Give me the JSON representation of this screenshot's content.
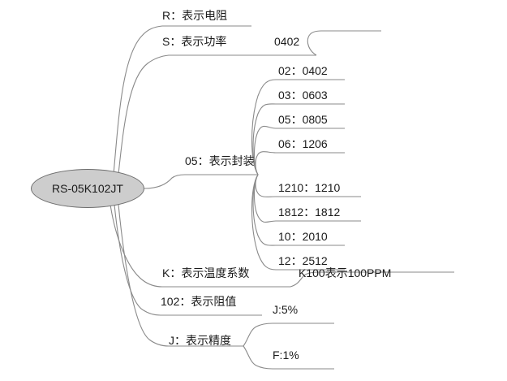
{
  "diagram": {
    "type": "mind-map",
    "title": "RS-05K102JT 电阻型号编码说明",
    "root": {
      "label": "RS-05K102JT",
      "fill": "#cdcdcd",
      "stroke": "#6e6e6e"
    },
    "line_color": "#8a8a8a",
    "text_color": "#1a1a1a",
    "branches": [
      {
        "id": "r",
        "label": "R：表示电阻",
        "children": []
      },
      {
        "id": "s",
        "label": "S：表示功率",
        "children": [
          {
            "id": "s-0402",
            "label": "0402"
          }
        ]
      },
      {
        "id": "package",
        "label": "05：表示封装",
        "children": [
          {
            "id": "pkg-02",
            "label": "02：0402"
          },
          {
            "id": "pkg-03",
            "label": "03：0603"
          },
          {
            "id": "pkg-05",
            "label": "05：0805"
          },
          {
            "id": "pkg-06",
            "label": "06：1206"
          },
          {
            "id": "pkg-1210",
            "label": "1210：1210"
          },
          {
            "id": "pkg-1812",
            "label": "1812：1812"
          },
          {
            "id": "pkg-10",
            "label": "10：2010"
          },
          {
            "id": "pkg-12",
            "label": "12：2512"
          }
        ]
      },
      {
        "id": "k",
        "label": "K：表示温度系数",
        "children": [
          {
            "id": "k-100",
            "label": "K100表示100PPM"
          }
        ]
      },
      {
        "id": "value",
        "label": "102：表示阻值",
        "children": []
      },
      {
        "id": "j",
        "label": "J：表示精度",
        "children": [
          {
            "id": "j-5",
            "label": "J:5%"
          },
          {
            "id": "j-f1",
            "label": "F:1%"
          }
        ]
      }
    ]
  }
}
